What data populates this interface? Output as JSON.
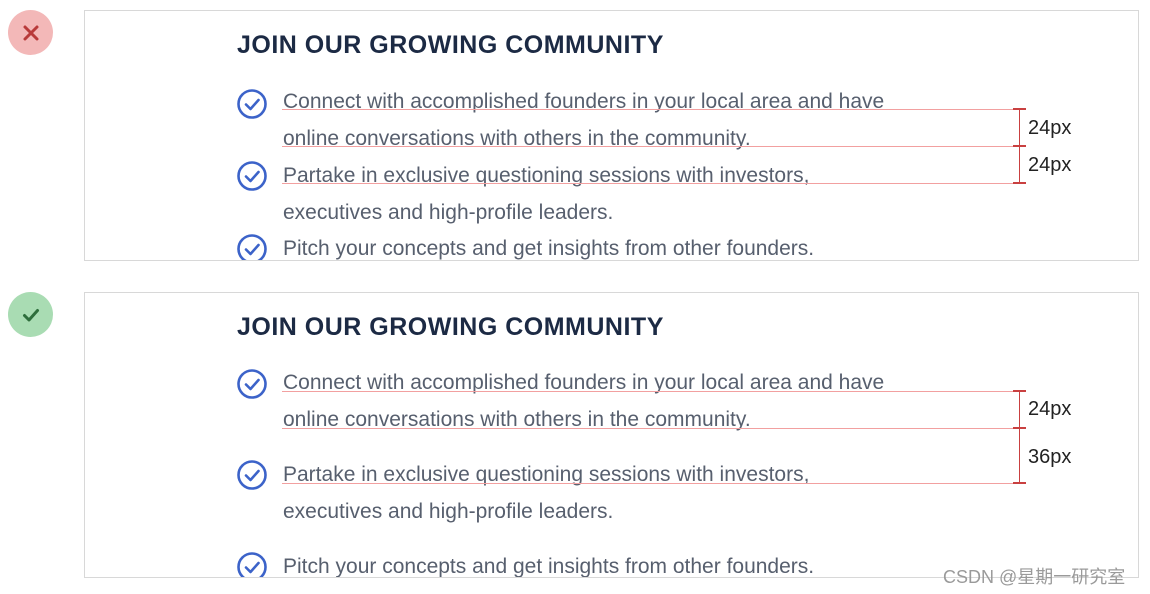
{
  "examples": {
    "bad": {
      "status_icon": "close-icon",
      "status_color": "#f3b8b8",
      "title": "JOIN OUR GROWING COMMUNITY",
      "items": [
        {
          "line1": "Connect with accomplished founders in your local area and have",
          "line2": "online conversations with others in the community."
        },
        {
          "line1": "Partake in exclusive questioning sessions with investors,",
          "line2": "executives and high-profile leaders."
        },
        {
          "line1": "Pitch your concepts and get insights from other founders."
        }
      ],
      "measurements": [
        "24px",
        "24px"
      ]
    },
    "good": {
      "status_icon": "check-icon",
      "status_color": "#a9dcb3",
      "title": "JOIN OUR GROWING COMMUNITY",
      "items": [
        {
          "line1": "Connect with accomplished founders in your local area and have",
          "line2": "online conversations with others in the community."
        },
        {
          "line1": "Partake in exclusive questioning sessions with investors,",
          "line2": "executives and high-profile leaders."
        },
        {
          "line1": "Pitch your concepts and get insights from other founders."
        }
      ],
      "measurements": [
        "24px",
        "36px"
      ]
    }
  },
  "item_icon": "check-circle-icon",
  "accent_color": "#3c63c9",
  "guide_color": "#f2a0a0",
  "watermark": "CSDN @星期一研究室"
}
